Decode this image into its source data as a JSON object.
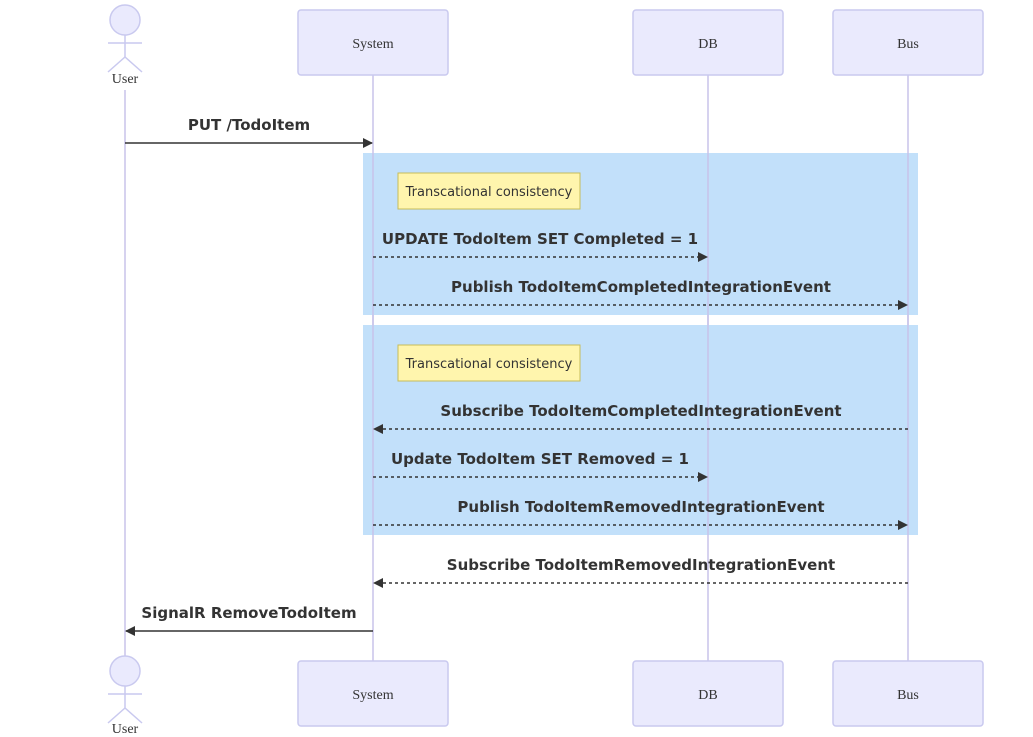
{
  "participants": [
    {
      "id": "user",
      "label": "User",
      "kind": "actor"
    },
    {
      "id": "system",
      "label": "System",
      "kind": "box"
    },
    {
      "id": "db",
      "label": "DB",
      "kind": "box"
    },
    {
      "id": "bus",
      "label": "Bus",
      "kind": "box"
    }
  ],
  "groups": [
    {
      "note": "Transcational consistency"
    },
    {
      "note": "Transcational consistency"
    }
  ],
  "messages": [
    {
      "from": "user",
      "to": "system",
      "label": "PUT /TodoItem",
      "style": "solid"
    },
    {
      "from": "system",
      "to": "db",
      "label": "UPDATE TodoItem SET Completed = 1",
      "style": "dotted"
    },
    {
      "from": "system",
      "to": "bus",
      "label": "Publish TodoItemCompletedIntegrationEvent",
      "style": "dotted"
    },
    {
      "from": "bus",
      "to": "system",
      "label": "Subscribe TodoItemCompletedIntegrationEvent",
      "style": "dotted"
    },
    {
      "from": "system",
      "to": "db",
      "label": "Update TodoItem SET Removed = 1",
      "style": "dotted"
    },
    {
      "from": "system",
      "to": "bus",
      "label": "Publish TodoItemRemovedIntegrationEvent",
      "style": "dotted"
    },
    {
      "from": "bus",
      "to": "system",
      "label": "Subscribe TodoItemRemovedIntegrationEvent",
      "style": "dotted"
    },
    {
      "from": "system",
      "to": "user",
      "label": "SignalR RemoveTodoItem",
      "style": "solid"
    }
  ],
  "colors": {
    "participant_fill": "#eaeafd",
    "participant_stroke": "#c9c9ef",
    "lifeline": "#c8c3ea",
    "group_fill": "#bfdefa",
    "note_fill": "#fff5ad",
    "note_stroke": "#c7bd59",
    "arrow": "#333333"
  }
}
